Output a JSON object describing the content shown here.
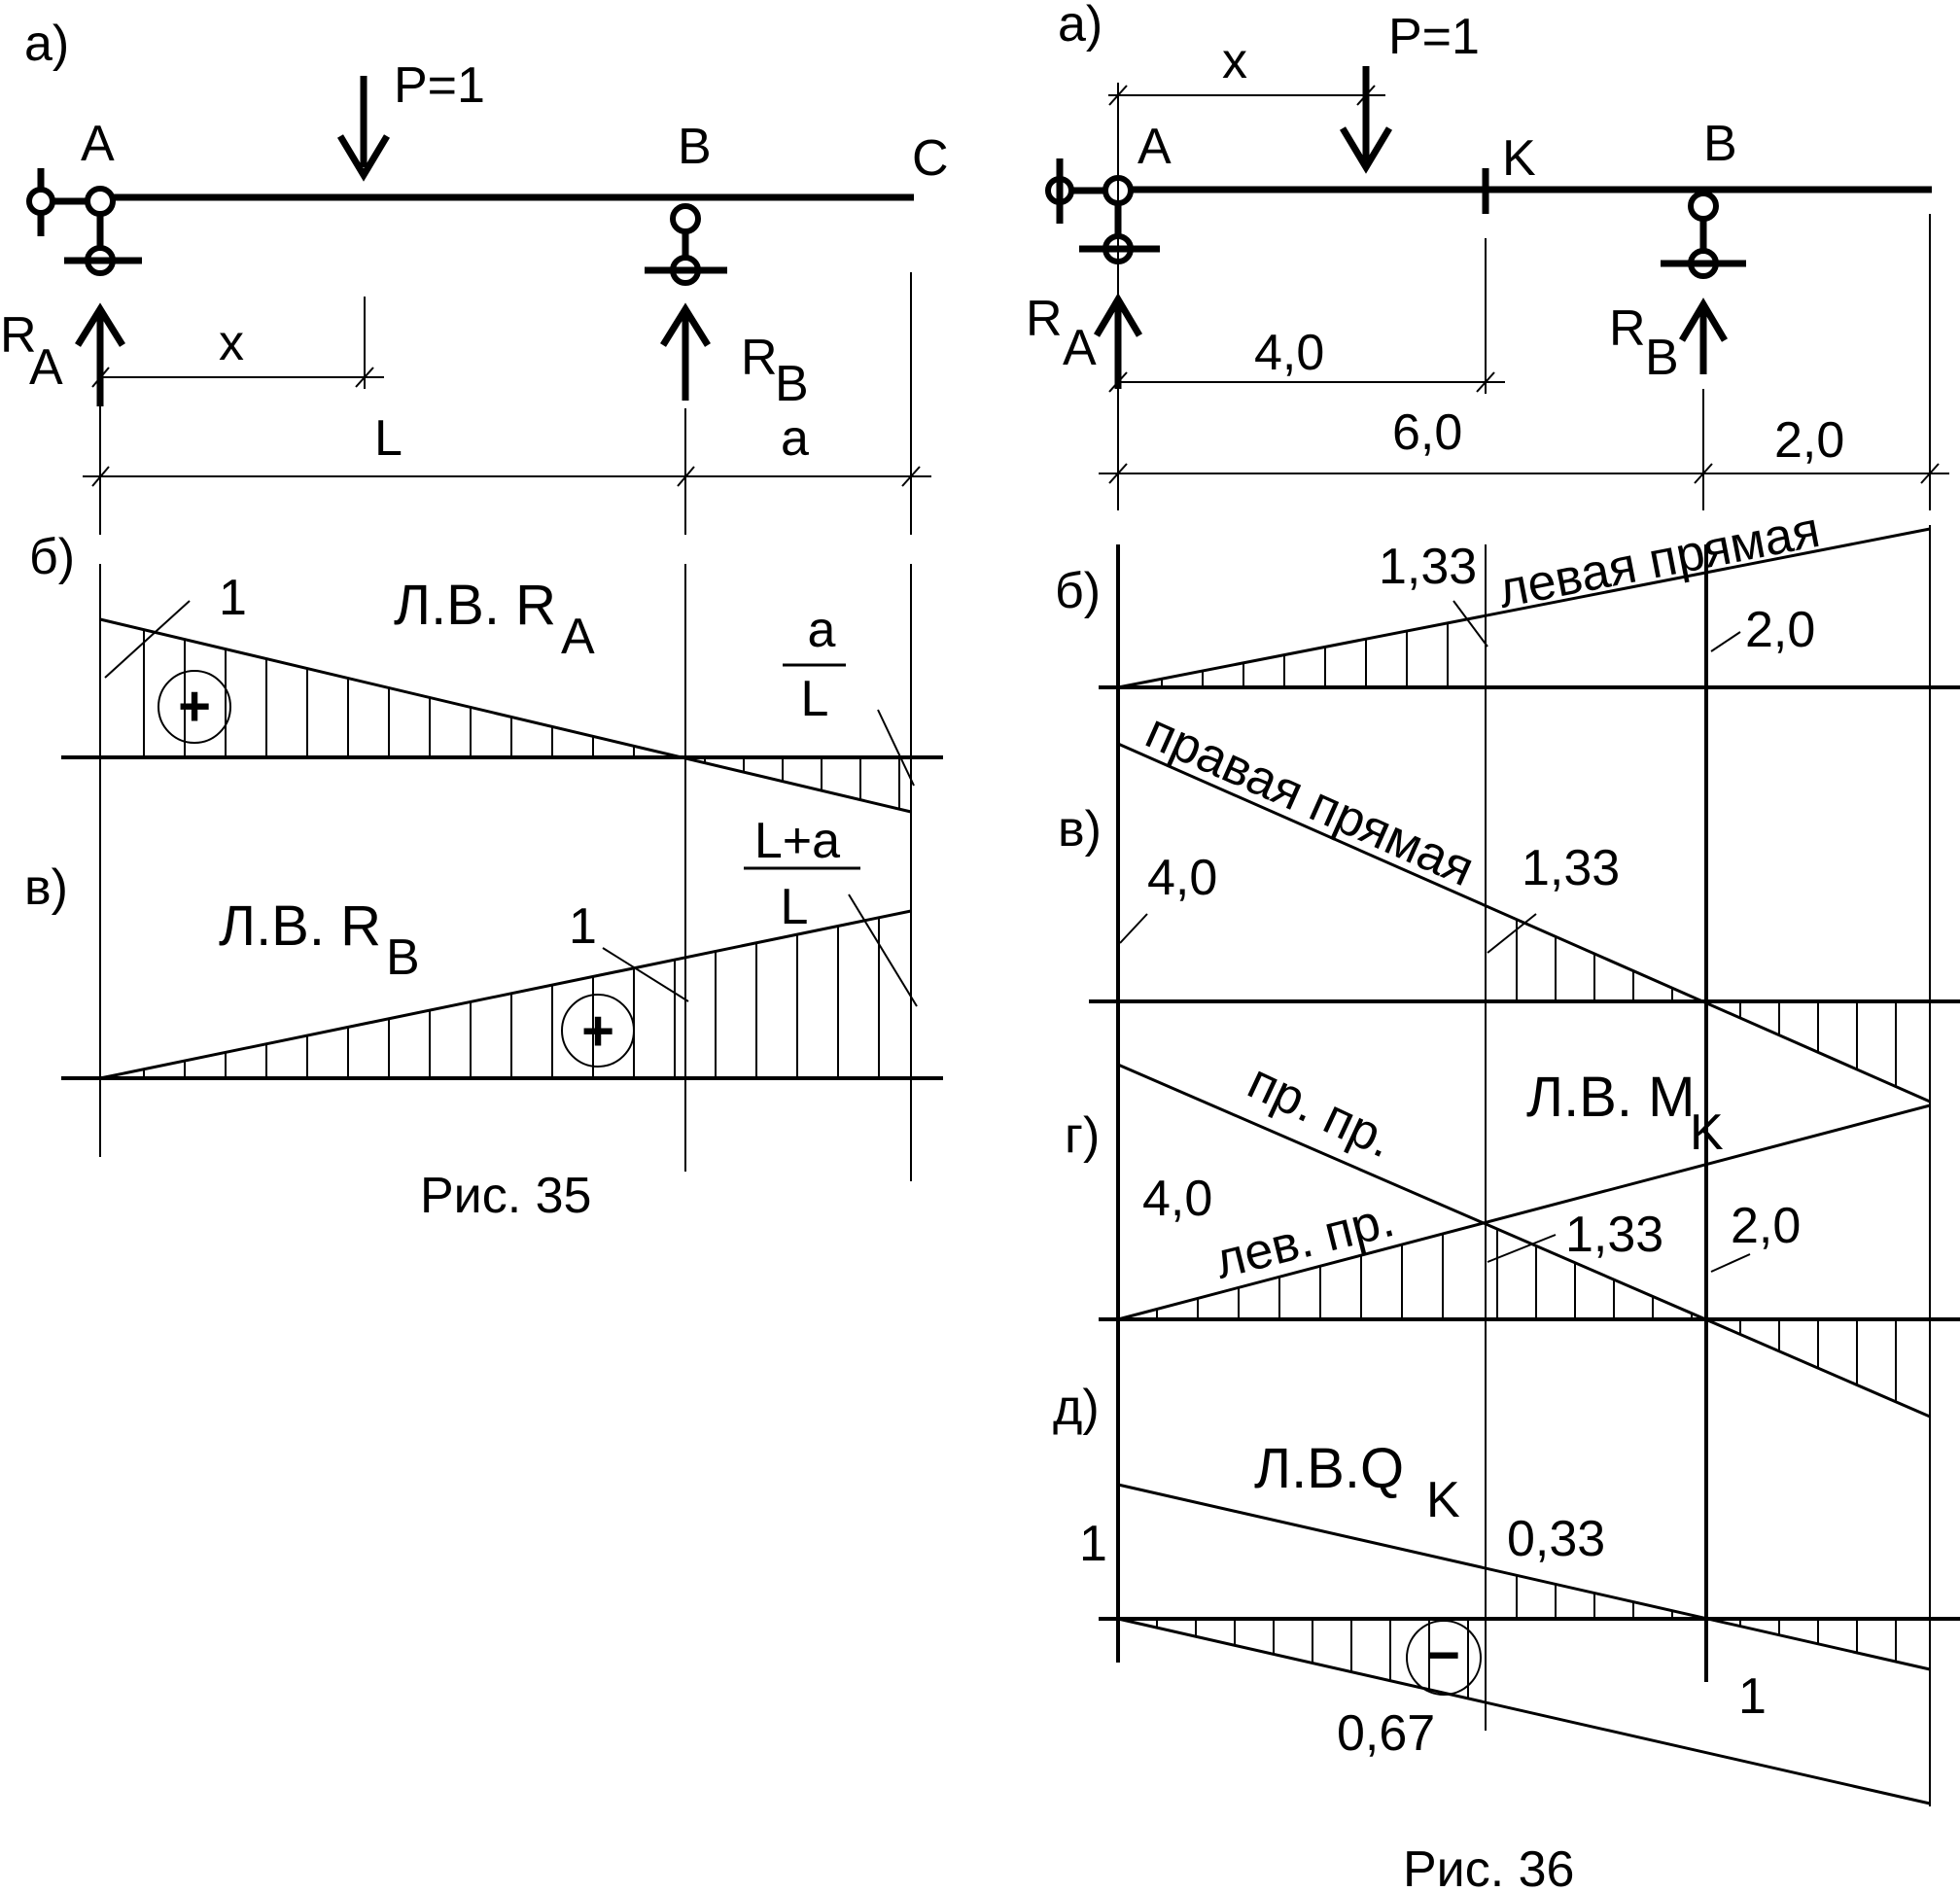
{
  "fig35": {
    "label_a": "а)",
    "label_b": "б)",
    "label_v": "в)",
    "load": "P=1",
    "point_A": "A",
    "point_B": "B",
    "point_C": "C",
    "reaction_A": "R",
    "reaction_A_sub": "A",
    "reaction_B": "R",
    "reaction_B_sub": "B",
    "dim_x": "x",
    "dim_L": "L",
    "dim_a": "a",
    "lv_RA": "Л.В. R",
    "lv_RA_sub": "A",
    "lv_RB": "Л.В. R",
    "lv_RB_sub": "B",
    "ord_one_b": "1",
    "ord_a_num": "a",
    "ord_a_den": "L",
    "ord_la_num": "L+a",
    "ord_la_den": "L",
    "ord_one_v": "1",
    "sign_plus": "+",
    "caption": "Рис. 35"
  },
  "fig36": {
    "label_a": "а)",
    "label_b": "б)",
    "label_v": "в)",
    "label_g": "г)",
    "label_d": "д)",
    "load": "P=1",
    "point_A": "A",
    "point_K": "K",
    "point_B": "B",
    "reaction_A": "R",
    "reaction_A_sub": "A",
    "reaction_B": "R",
    "reaction_B_sub": "B",
    "dim_x": "x",
    "dim_4": "4,0",
    "dim_6": "6,0",
    "dim_2": "2,0",
    "b_left_line": "левая прямая",
    "b_133": "1,33",
    "b_20": "2,0",
    "v_right_line": "правая прямая",
    "v_40": "4,0",
    "v_133": "1,33",
    "g_lvMK": "Л.В. М",
    "g_lvMK_sub": "K",
    "g_pr_pr": "пр. пр.",
    "g_lev_pr": "лев. пр.",
    "g_40": "4,0",
    "g_133": "1,33",
    "g_20": "2,0",
    "d_lvQK": "Л.В.Q",
    "d_lvQK_sub": "K",
    "d_1_left": "1",
    "d_033": "0,33",
    "d_067": "0,67",
    "d_1_right": "1",
    "sign_minus": "−",
    "caption": "Рис. 36"
  }
}
